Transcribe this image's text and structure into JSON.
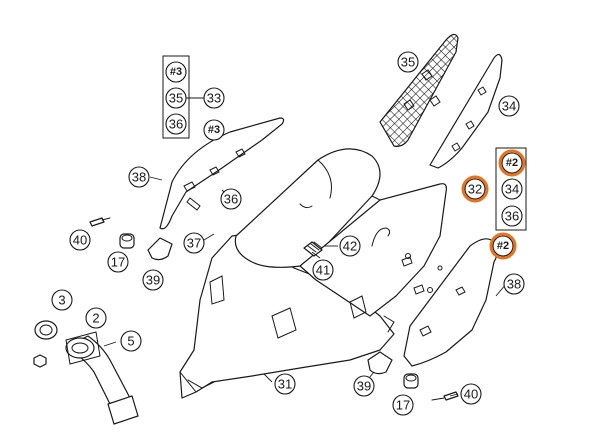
{
  "diagram": {
    "highlight_color": "#e8731e",
    "callouts": {
      "c35_top": "35",
      "c34_top": "34",
      "c33": "33",
      "c35_box": "35",
      "c36_box_left": "36",
      "c3_ref_box": "#3",
      "c3_ref_free": "#3",
      "c38_left": "38",
      "c36_left": "36",
      "c37": "37",
      "c40_left": "40",
      "c17_left": "17",
      "c39_left": "39",
      "c42": "42",
      "c41": "41",
      "c3": "3",
      "c2": "2",
      "c5": "5",
      "c31": "31",
      "c39_right": "39",
      "c17_right": "17",
      "c40_right": "40",
      "c38_right": "38",
      "c2_ref_box": "#2",
      "c32": "32",
      "c34_box": "34",
      "c36_box_right": "36",
      "c2_ref_free": "#2"
    }
  }
}
